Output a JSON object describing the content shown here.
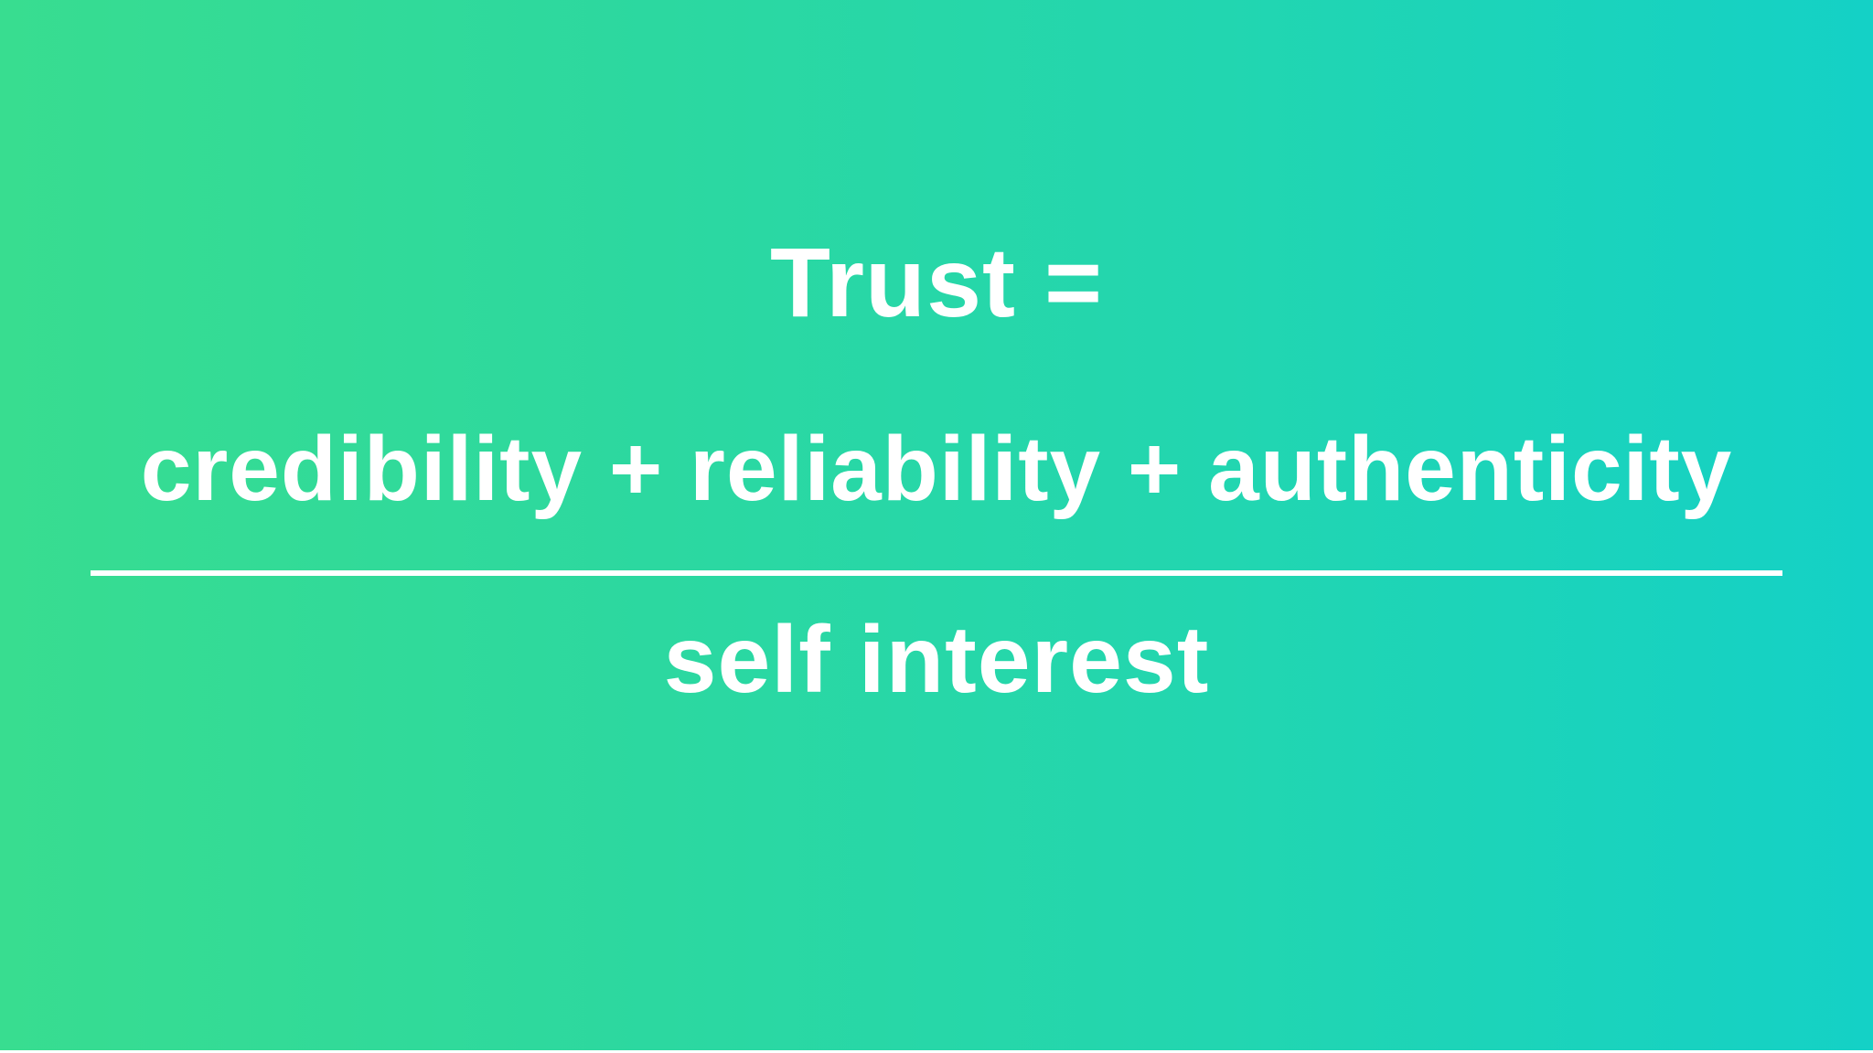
{
  "slide": {
    "title": "Trust =",
    "numerator": "credibility + reliability + authenticity",
    "denominator": "self interest"
  },
  "colors": {
    "gradient_left": "#38dd90",
    "gradient_right": "#14d1c6",
    "text": "#ffffff"
  }
}
